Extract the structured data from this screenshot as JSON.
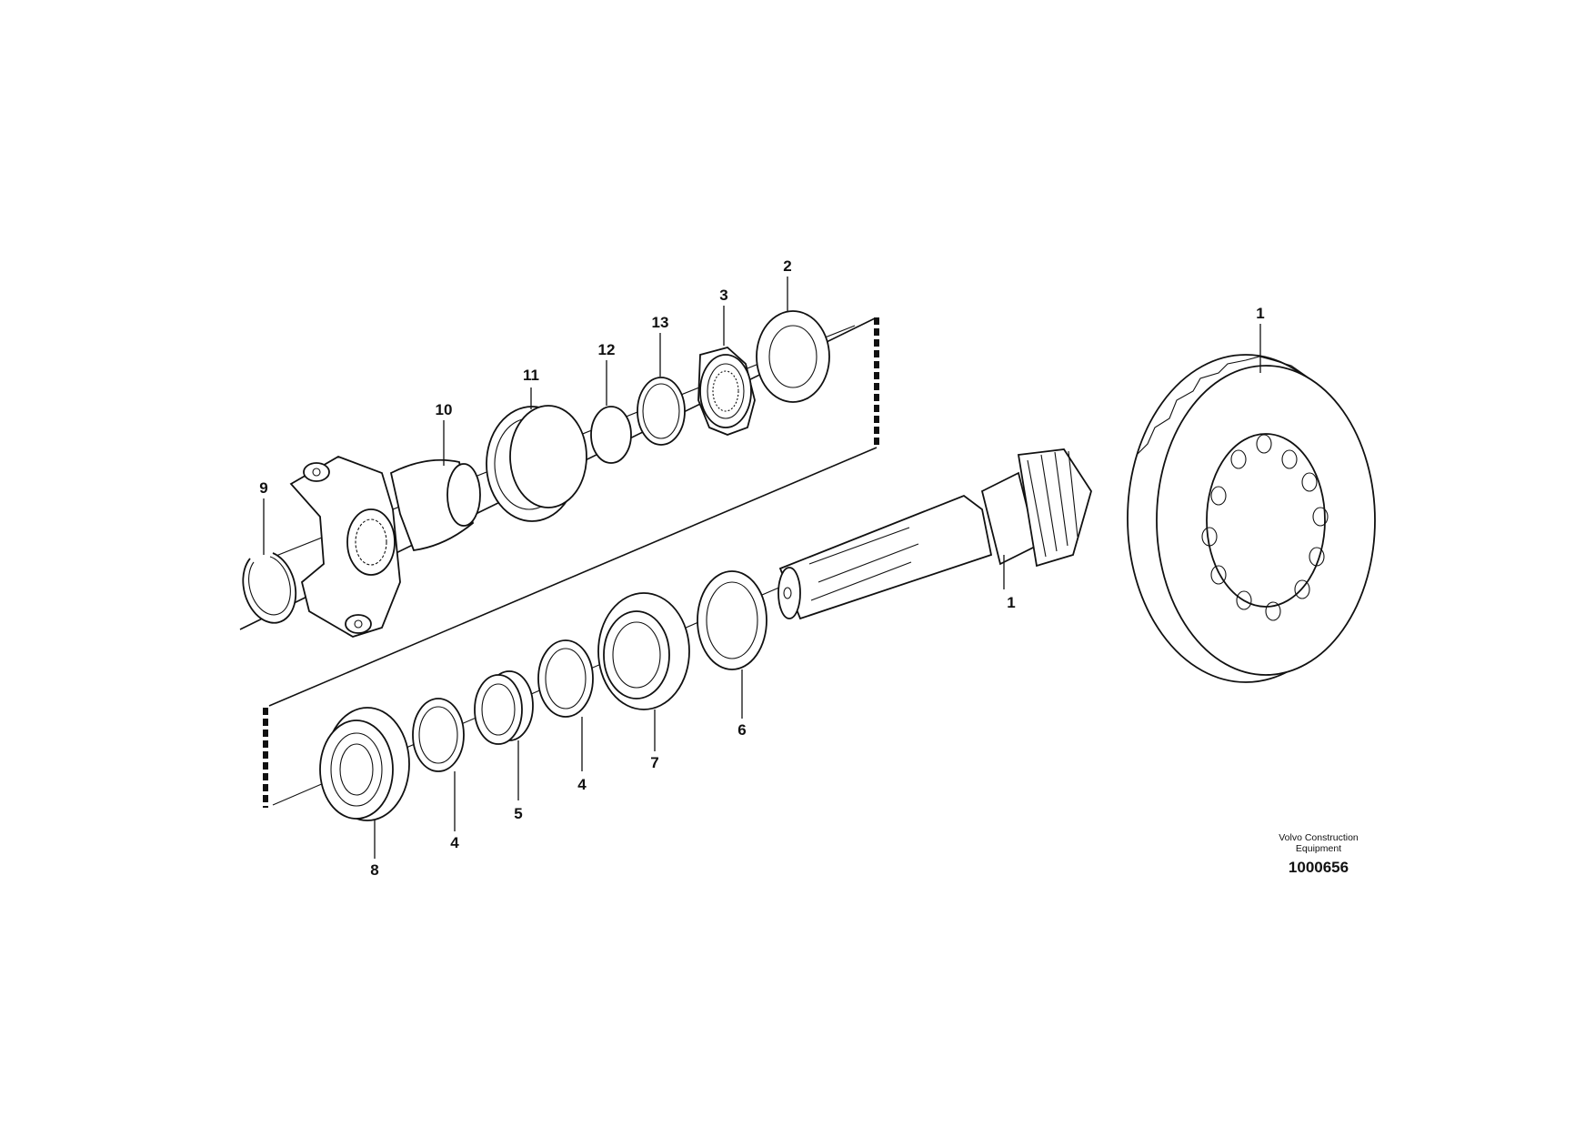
{
  "diagram": {
    "callouts": [
      {
        "id": "c1-ring-gear",
        "label": "1"
      },
      {
        "id": "c1-pinion",
        "label": "1"
      },
      {
        "id": "c2",
        "label": "2"
      },
      {
        "id": "c3",
        "label": "3"
      },
      {
        "id": "c4a",
        "label": "4"
      },
      {
        "id": "c4b",
        "label": "4"
      },
      {
        "id": "c5",
        "label": "5"
      },
      {
        "id": "c6",
        "label": "6"
      },
      {
        "id": "c7",
        "label": "7"
      },
      {
        "id": "c8",
        "label": "8"
      },
      {
        "id": "c9",
        "label": "9"
      },
      {
        "id": "c10",
        "label": "10"
      },
      {
        "id": "c11",
        "label": "11"
      },
      {
        "id": "c12",
        "label": "12"
      },
      {
        "id": "c13",
        "label": "13"
      }
    ]
  },
  "credit": {
    "line1": "Volvo Construction",
    "line2": "Equipment",
    "doc_number": "1000656"
  }
}
